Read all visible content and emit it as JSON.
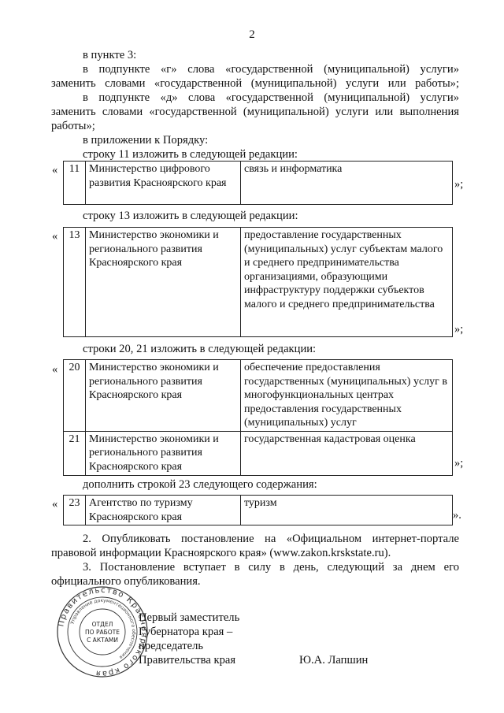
{
  "page_number": "2",
  "intro": {
    "p1": "в пункте 3:",
    "p2": "в подпункте «г» слова «государственной (муниципальной) услуги» заменить словами «государственной (муниципальной) услуги или работы»;",
    "p3": "в подпункте «д» слова «государственной (муниципальной) услуги» заменить словами «государственной (муниципальной) услуги или выполнения работы»;",
    "p4": "в приложении к Порядку:",
    "p5": "строку 11 изложить в следующей редакции:"
  },
  "quotes": {
    "open": "«",
    "close_semicolon": "»;",
    "close_period": "»."
  },
  "table11": [
    {
      "num": "11",
      "org": "Министерство цифрового развития Красноярского края",
      "scope": "связь и информатика"
    }
  ],
  "label13": "строку 13 изложить в следующей редакции:",
  "table13": [
    {
      "num": "13",
      "org": "Министерство экономики и регионального развития Красноярского края",
      "scope": "предоставление государственных (муниципальных) услуг субъектам малого и среднего предпринимательства организациями, образующими инфраструктуру поддержки субъектов малого и среднего предпринимательства"
    }
  ],
  "label2021": "строки 20, 21 изложить в следующей редакции:",
  "table2021": [
    {
      "num": "20",
      "org": "Министерство экономики и регионального развития Красноярского края",
      "scope": "обеспечение предоставления государственных (муниципальных) услуг в многофункциональных центрах предоставления государственных (муниципальных) услуг"
    },
    {
      "num": "21",
      "org": "Министерство экономики и регионального развития Красноярского края",
      "scope": "государственная кадастровая оценка"
    }
  ],
  "label23": "дополнить строкой 23 следующего содержания:",
  "table23": [
    {
      "num": "23",
      "org": "Агентство по туризму Красноярского края",
      "scope": "туризм"
    }
  ],
  "point2": "2. Опубликовать постановление на «Официальном интернет-портале правовой информации Красноярского края» (www.zakon.krskstate.ru).",
  "point3": "3. Постановление вступает в силу в день, следующий за днем его официального опубликования.",
  "stamp": {
    "inner_1": "ОТДЕЛ",
    "inner_2": "ПО РАБОТЕ",
    "inner_3": "С АКТАМИ",
    "ring_text": "Правительство Красноярского края",
    "ring_inner_text": "Управление документационного обеспечения"
  },
  "signature": {
    "line1": "Первый заместитель",
    "line2": "Губернатора края –",
    "line3": "председатель",
    "line4": "Правительства края",
    "name": "Ю.А. Лапшин"
  }
}
